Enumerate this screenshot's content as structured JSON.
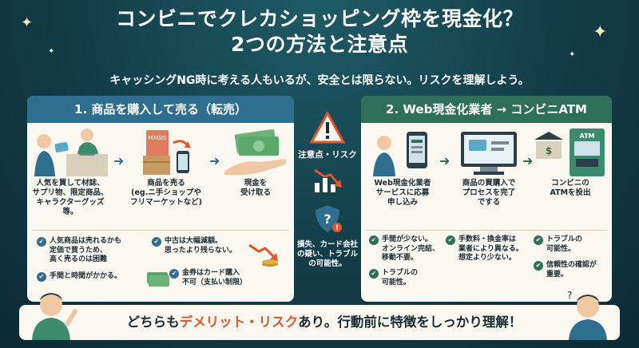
{
  "title_line1": "コンビニでクレカショッピング枠を現金化？",
  "title_line2": "2つの方法と注意点",
  "subtitle": "キャッシングNG時に考える人もいるが、安全とは限らない。リスクを理解しよう。",
  "left": {
    "heading": "1. 商品を購入して売る（転売）",
    "magazine_text": "MAGIS",
    "steps": [
      {
        "caption": "人気を買して材誌、\nサプリ物、限定商品、\nキャラクターグッズ等。"
      },
      {
        "caption": "商品を売る\n(eg.ニ手ショップや\nフリマーケットなど)"
      },
      {
        "caption": "現金を\n受け取る"
      }
    ],
    "notes": [
      "人気商品は売れるかも\n定価で買うため、\n高く売るのは困難",
      "手間と時間がかかる。",
      "中古は大幅減額。\n思ったより残らない。",
      "金券はカード購入\n不可（支払い制限）"
    ]
  },
  "middle": {
    "label": "注意点・リスク",
    "risk_text": "損失、カード会社\nの疑い、トラブル\nの可能性。"
  },
  "right": {
    "heading": "2. Web現金化業者 → コンビニATM",
    "atm_text": "ATM",
    "steps": [
      {
        "caption": "Web現金化業者\nサービスに応募\n申し込み"
      },
      {
        "caption": "商品の買購入で\nプロセスを完了\nでする"
      },
      {
        "caption": "コンビニの\nATMを投出"
      }
    ],
    "notes": [
      "手間が少ない。\nオンライン完結、\n移動不要。",
      "トラブルの\n可能性。",
      "手数料・換金率は\n業者により異なる。\n想定より少ない。",
      "トラブルの\n可能性。",
      "信頼性の確認が\n重要。"
    ]
  },
  "bottom": {
    "text_a": "どちらも",
    "text_hl": "デメリット・リスク",
    "text_b": "あり。行動前に特徴をしっかり理解！"
  },
  "colors": {
    "background": "#123c47",
    "left_accent": "#2f6e8f",
    "right_accent": "#2f6e58",
    "highlight": "#e0572b",
    "panel": "#fbf8f1"
  },
  "icons": [
    "sparkle-icon",
    "check-icon",
    "warning-icon",
    "downtrend-icon",
    "shield-question-icon",
    "arrow-right-icon"
  ]
}
